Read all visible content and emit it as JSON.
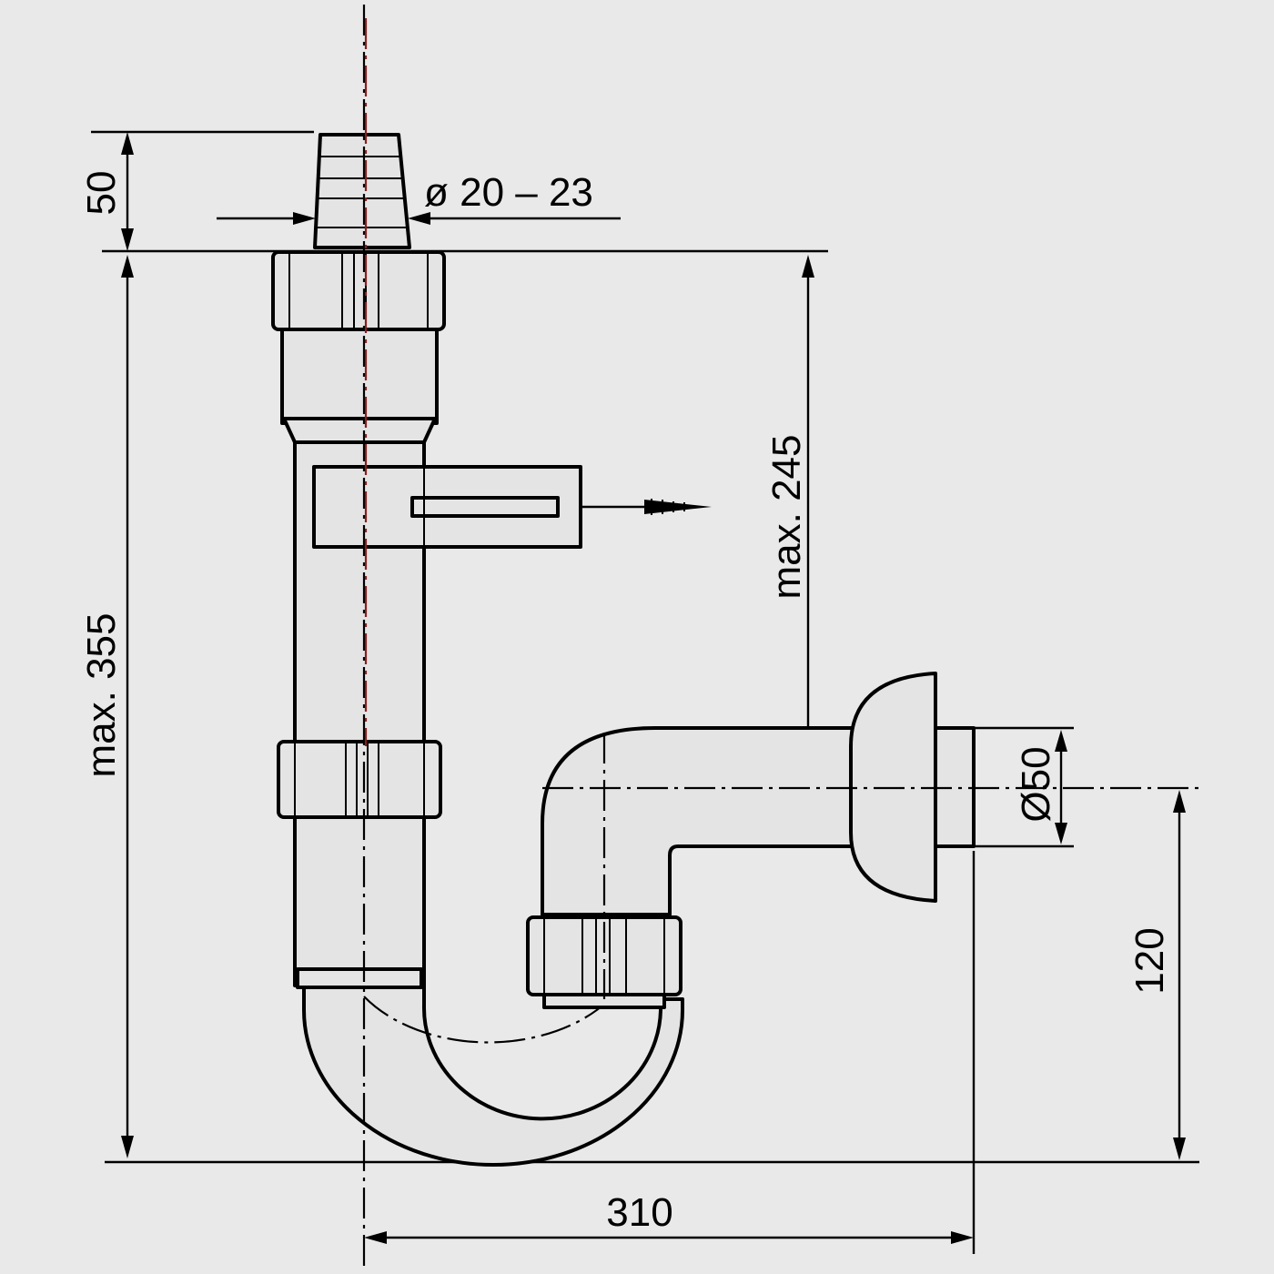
{
  "colors": {
    "background": "#e9e9e9",
    "line": "#000000",
    "centerline_accent": "#8a1d1d",
    "part_fill": "#e4e4e4"
  },
  "dimensions": {
    "hose_nozzle_height": "50",
    "hose_nozzle_diameter": "ø 20 – 23",
    "overall_height": "max. 355",
    "inlet_to_outlet_height": "max. 245",
    "outlet_diameter": "Ø50",
    "outlet_height": "120",
    "overall_width": "310"
  }
}
